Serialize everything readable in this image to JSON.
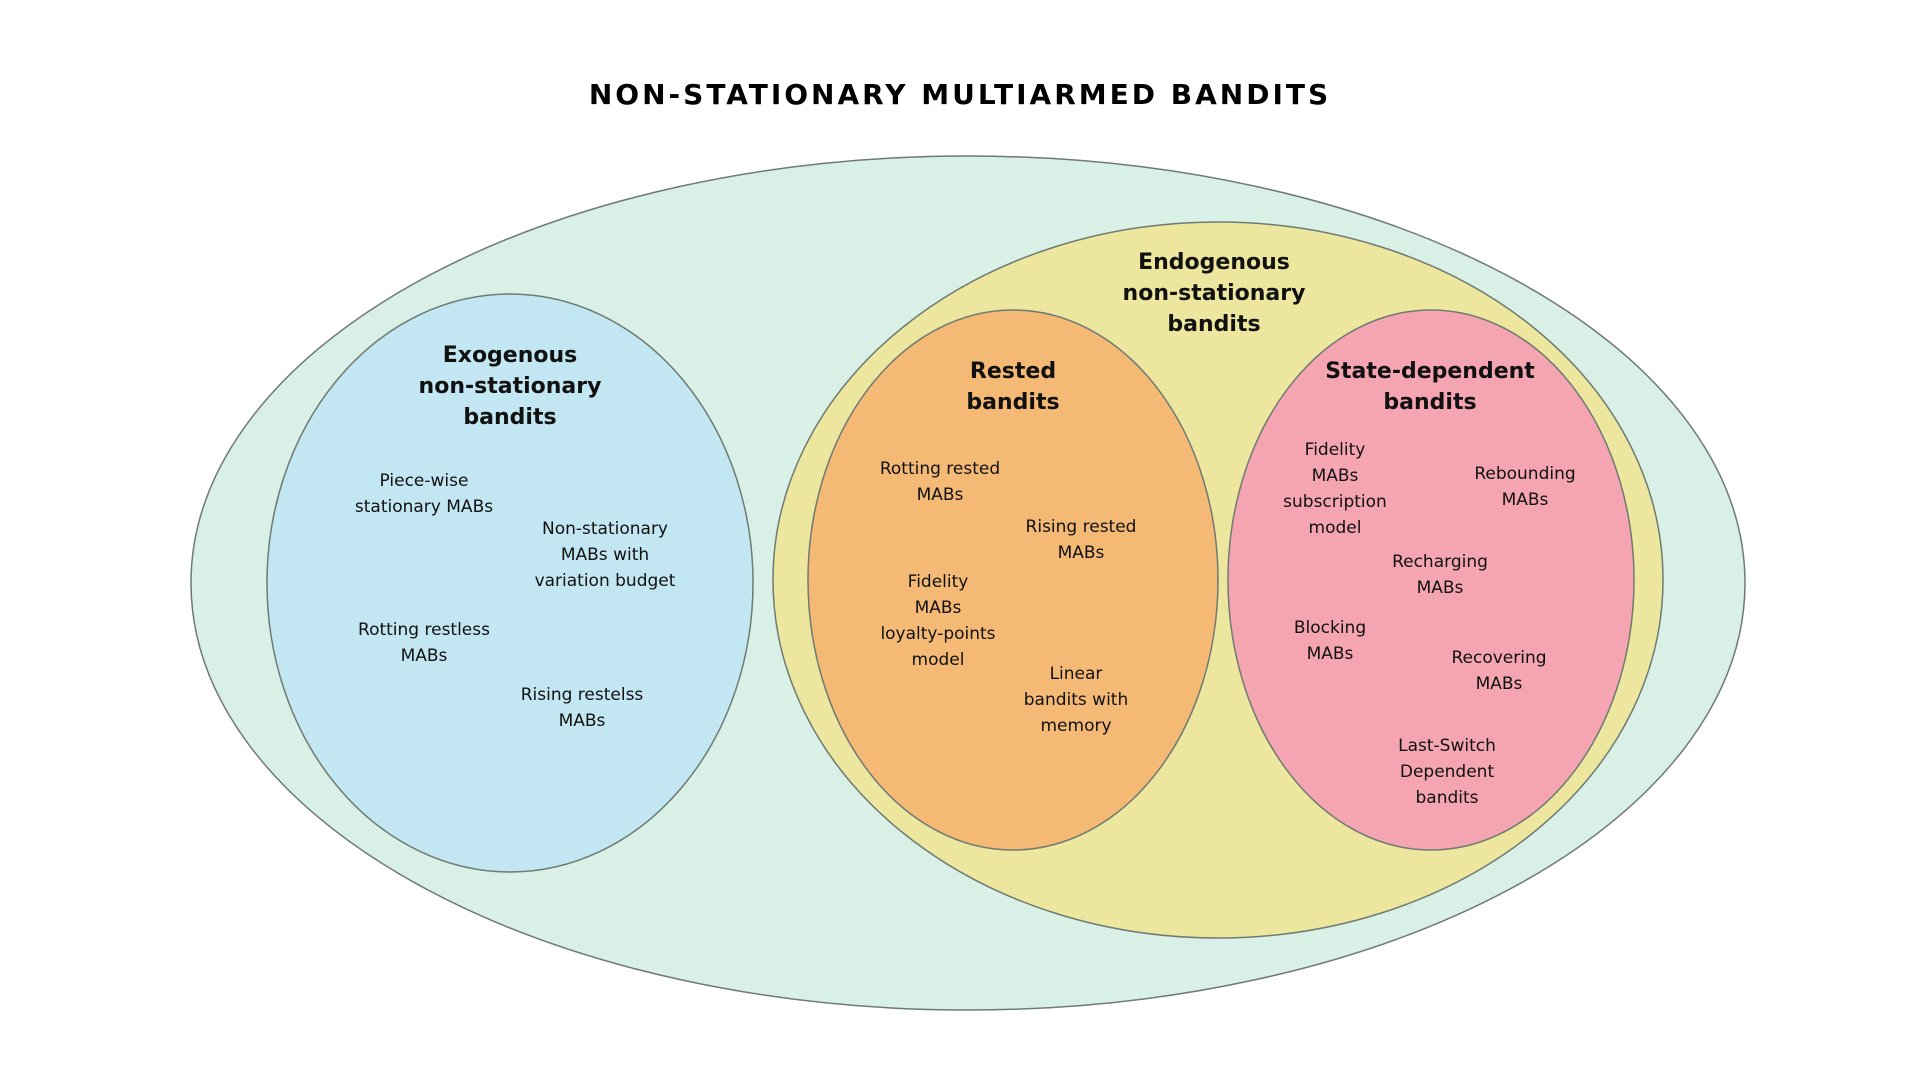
{
  "title": "NON-STATIONARY MULTIARMED BANDITS",
  "colors": {
    "outer": "#d9f0e6",
    "exogenous": "#c2e7f2",
    "endogenous": "#ece69e",
    "rested": "#f4b975",
    "state_dependent": "#f4a5b1",
    "outline": "#6f7a72"
  },
  "sets": {
    "exogenous": {
      "label": "Exogenous\nnon-stationary\nbandits",
      "items": [
        "Piece-wise\nstationary MABs",
        "Non-stationary\nMABs with\nvariation budget",
        "Rotting restless\nMABs",
        "Rising restelss\nMABs"
      ]
    },
    "endogenous": {
      "label": "Endogenous\nnon-stationary\nbandits"
    },
    "rested": {
      "label": "Rested\nbandits",
      "items": [
        "Rotting rested\nMABs",
        "Rising rested\nMABs",
        "Fidelity\nMABs\nloyalty-points\nmodel",
        "Linear\nbandits with\nmemory"
      ]
    },
    "state_dependent": {
      "label": "State-dependent\nbandits",
      "items": [
        "Fidelity\nMABs\nsubscription\nmodel",
        "Rebounding\nMABs",
        "Recharging\nMABs",
        "Blocking\nMABs",
        "Recovering\nMABs",
        "Last-Switch\nDependent\nbandits"
      ]
    }
  }
}
